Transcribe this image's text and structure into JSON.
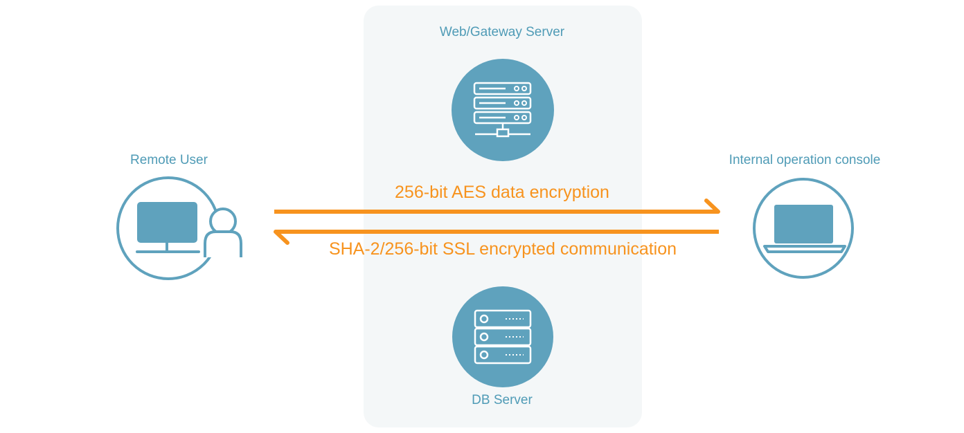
{
  "nodes": {
    "remote_user": {
      "label": "Remote User"
    },
    "internal_console": {
      "label": "Internal operation console"
    },
    "web_server": {
      "label": "Web/Gateway Server"
    },
    "db_server": {
      "label": "DB Server"
    }
  },
  "flows": {
    "aes": {
      "label": "256-bit AES data encryption"
    },
    "ssl": {
      "label": "SHA-2/256-bit SSL encrypted communication"
    }
  },
  "colors": {
    "primary": "#5fa2bd",
    "label_text": "#4f9bb6",
    "accent": "#f7931e",
    "panel_bg": "#f4f7f8"
  },
  "icons": {
    "remote_user": "desktop-user-icon",
    "internal_console": "laptop-icon",
    "web_server": "server-rack-icon",
    "db_server": "database-server-icon"
  }
}
